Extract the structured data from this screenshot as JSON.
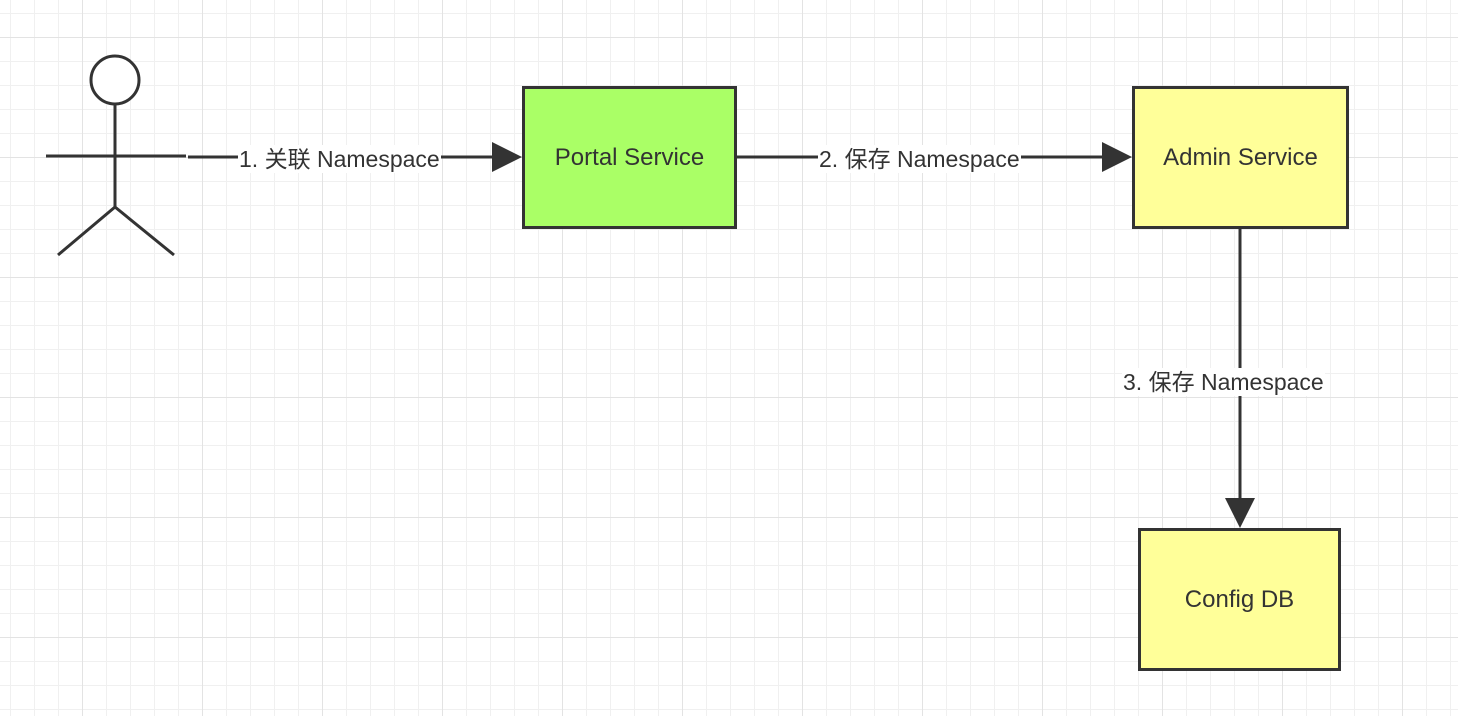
{
  "colors": {
    "portal_fill": "#aaff66",
    "admin_fill": "#ffff99",
    "db_fill": "#ffff99",
    "stroke": "#333333"
  },
  "icons": {
    "actor": "user-stick-figure-icon"
  },
  "nodes": {
    "portal": {
      "label": "Portal Service"
    },
    "admin": {
      "label": "Admin Service"
    },
    "db": {
      "label": "Config DB"
    }
  },
  "edges": {
    "step1": {
      "label": "1. 关联 Namespace"
    },
    "step2": {
      "label": "2. 保存 Namespace"
    },
    "step3": {
      "label": "3. 保存 Namespace"
    }
  }
}
